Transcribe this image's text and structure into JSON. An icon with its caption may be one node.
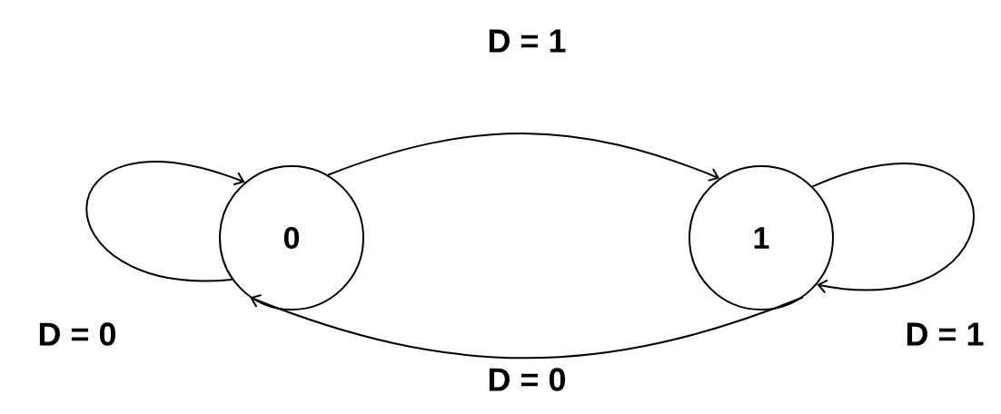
{
  "diagram": {
    "nodes": [
      {
        "text": [
          "0"
        ]
      },
      {
        "text": [
          "1"
        ]
      }
    ],
    "edges": [
      {
        "from": 0,
        "to": 0,
        "arrow": "to",
        "label": "D = 0"
      },
      {
        "from": 0,
        "to": 1,
        "arrow": "to",
        "label": "D = 1"
      },
      {
        "from": 1,
        "to": 0,
        "arrow": "to",
        "label": "D = 0"
      },
      {
        "from": 1,
        "to": 1,
        "arrow": "to",
        "label": "D = 1"
      }
    ]
  }
}
